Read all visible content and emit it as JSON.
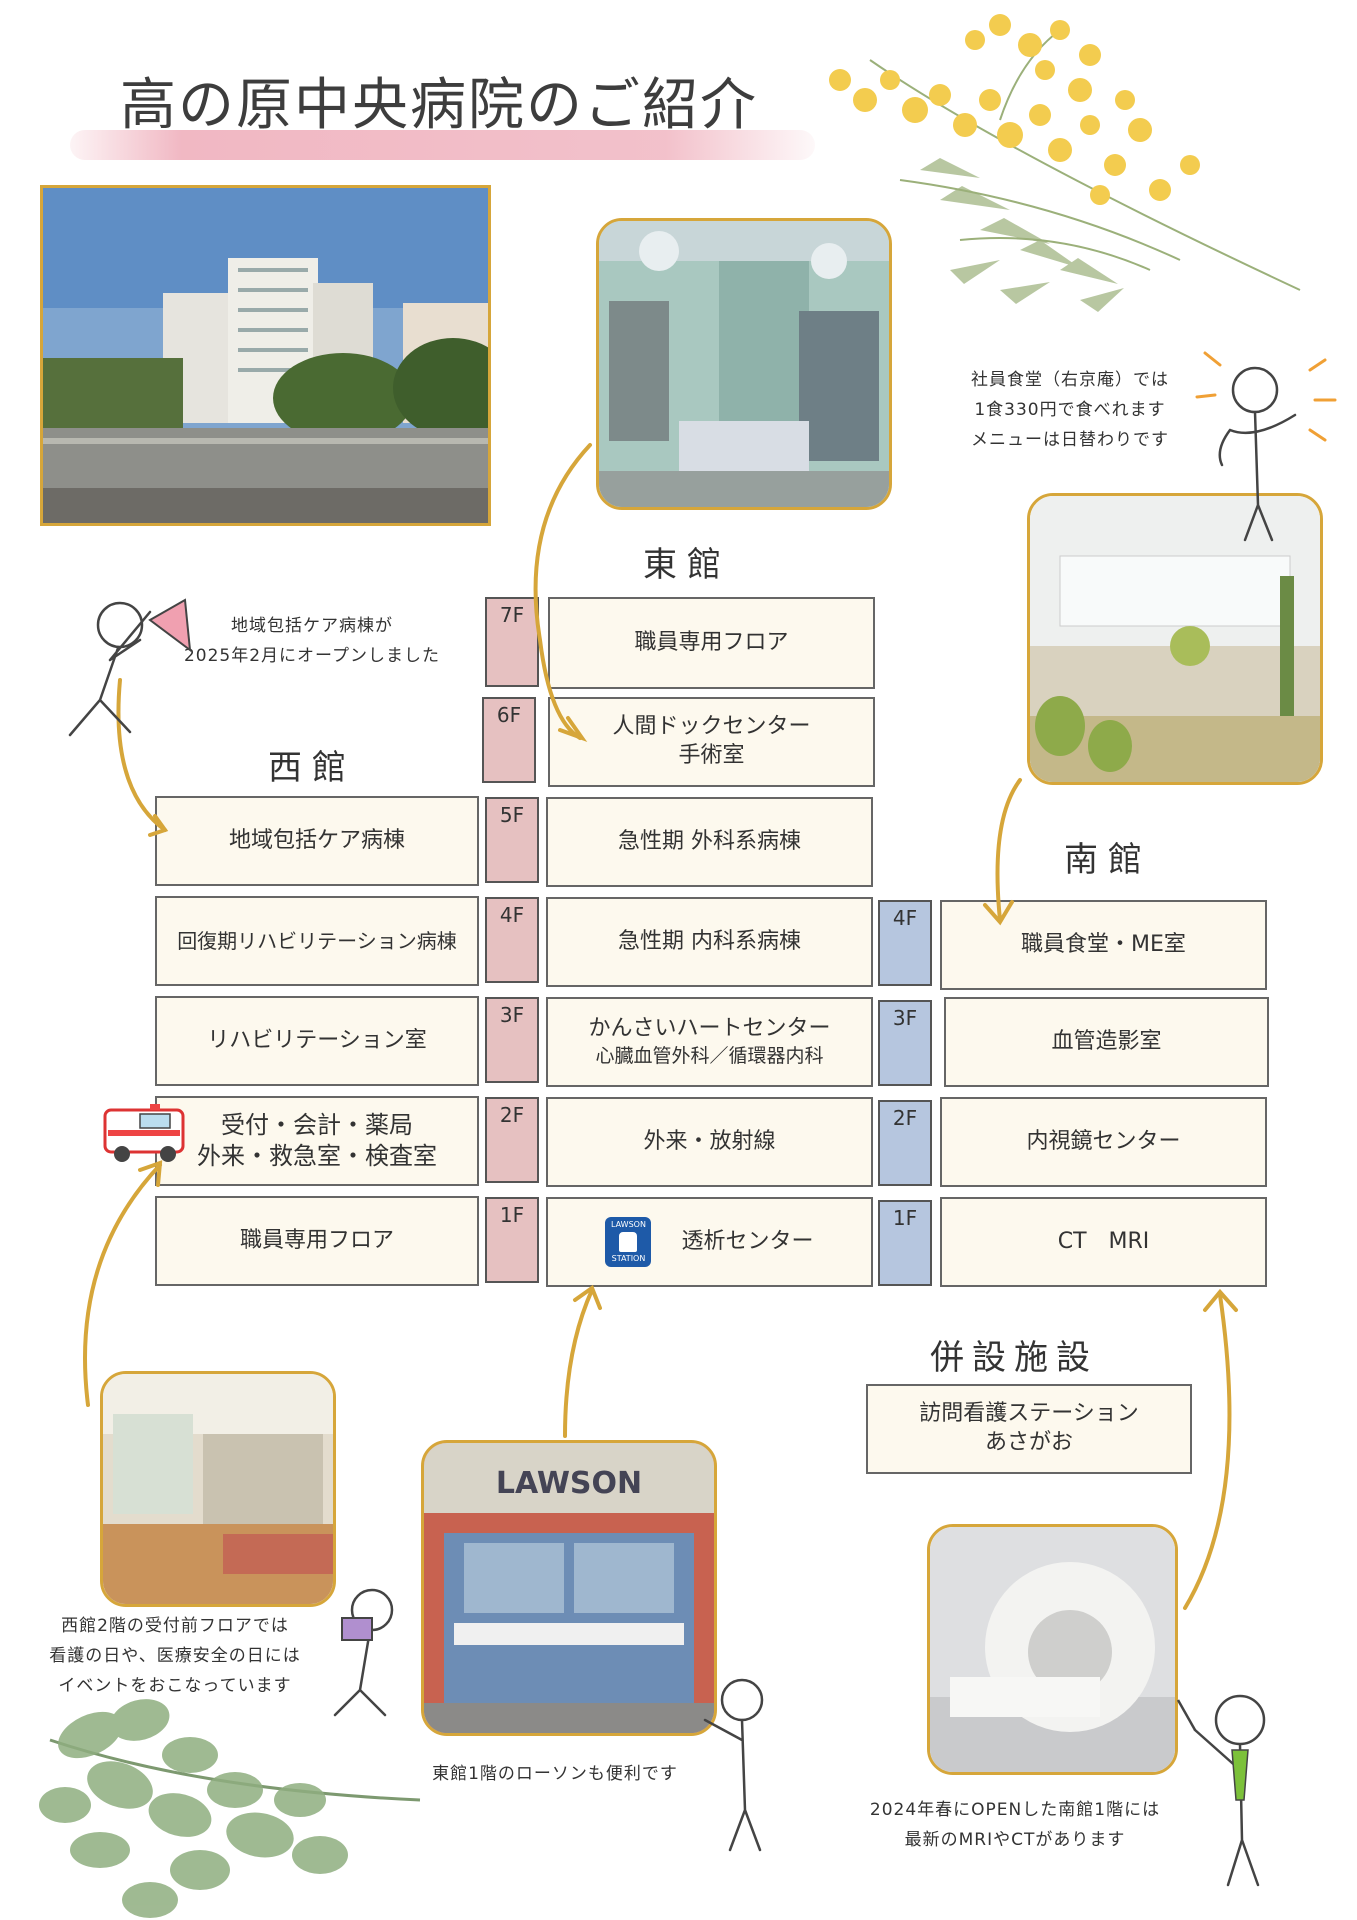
{
  "title": "高の原中央病院のご紹介",
  "buildings": {
    "west": "西館",
    "east": "東館",
    "south": "南館"
  },
  "notes": {
    "cafeteria": [
      "社員食堂（右京庵）では",
      "1食330円で食べれます",
      "メニューは日替わりです"
    ],
    "community_care": [
      "地域包括ケア病棟が",
      "2025年2月にオープンしました"
    ],
    "reception": [
      "西館2階の受付前フロアでは",
      "看護の日や、医療安全の日には",
      "イベントをおこなっています"
    ],
    "lawson": [
      "東館1階のローソンも便利です"
    ],
    "mri": [
      "2024年春にOPENした南館1階には",
      "最新のMRIやCTがあります"
    ]
  },
  "east": [
    {
      "floor": "7F",
      "lines": [
        "職員専用フロア"
      ]
    },
    {
      "floor": "6F",
      "lines": [
        "人間ドックセンター",
        "手術室"
      ]
    },
    {
      "floor": "5F",
      "lines": [
        "急性期 外科系病棟"
      ]
    },
    {
      "floor": "4F",
      "lines": [
        "急性期 内科系病棟"
      ]
    },
    {
      "floor": "3F",
      "lines": [
        "かんさいハートセンター",
        "心臓血管外科／循環器内科"
      ]
    },
    {
      "floor": "2F",
      "lines": [
        "外来・放射線"
      ]
    },
    {
      "floor": "1F",
      "lines": [
        "透析センター"
      ]
    }
  ],
  "west": [
    {
      "lines": [
        "地域包括ケア病棟"
      ]
    },
    {
      "lines": [
        "回復期リハビリテーション病棟"
      ]
    },
    {
      "lines": [
        "リハビリテーション室"
      ]
    },
    {
      "lines": [
        "受付・会計・薬局",
        "外来・救急室・検査室"
      ]
    },
    {
      "lines": [
        "職員専用フロア"
      ]
    }
  ],
  "south": [
    {
      "floor": "4F",
      "lines": [
        "職員食堂・ME室"
      ]
    },
    {
      "floor": "3F",
      "lines": [
        "血管造影室"
      ]
    },
    {
      "floor": "2F",
      "lines": [
        "内視鏡センター"
      ]
    },
    {
      "floor": "1F",
      "lines": [
        "CT　MRI"
      ]
    }
  ],
  "annex": {
    "heading": "併設施設",
    "lines": [
      "訪問看護ステーション",
      "あさがお"
    ]
  },
  "lawson_logo": {
    "top": "LAWSON",
    "bottom": "STATION"
  },
  "lawson_sign": "LAWSON",
  "colors": {
    "accent": "#d6a63a",
    "pink_floor": "#e6c1c1",
    "blue_floor": "#b6c6df",
    "box_fill": "#fdf9ee"
  }
}
